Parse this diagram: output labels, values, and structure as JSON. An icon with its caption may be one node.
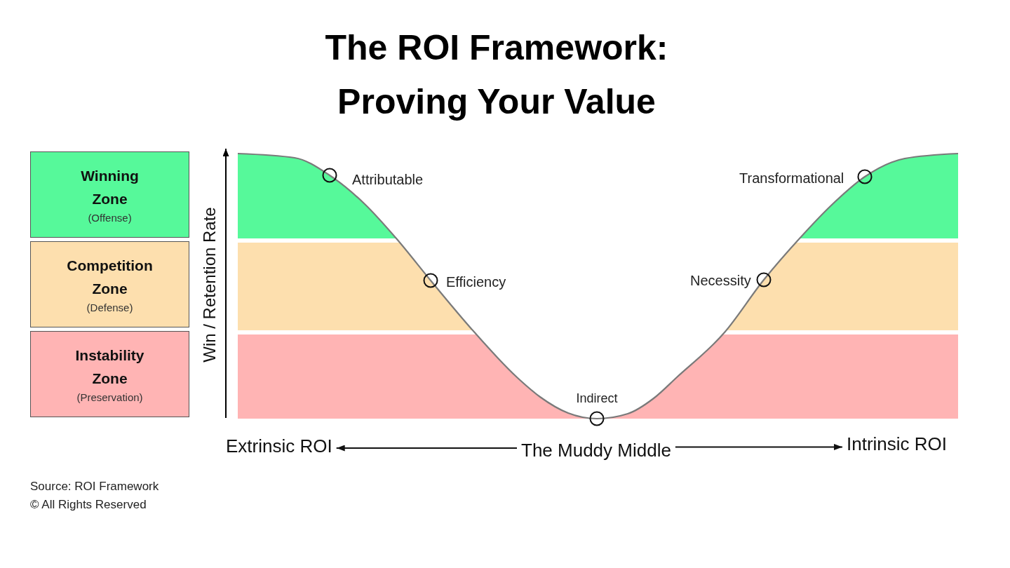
{
  "diagram": {
    "title": "The ROI Framework: Proving Your Value",
    "nodes": [
      {
        "text": [
          "Winning Zone",
          "(Offense)"
        ]
      },
      {
        "text": [
          "Competition Zone",
          "(Defense)"
        ]
      },
      {
        "text": [
          "Instability Zone",
          "(Preservation)"
        ]
      },
      {
        "text": [
          "Extrinsic ROI"
        ]
      },
      {
        "text": [
          "The Muddy Middle"
        ]
      },
      {
        "text": [
          "Intrinsic ROI"
        ]
      }
    ],
    "edges": [
      {
        "from": 4,
        "to": 3,
        "arrow": "to"
      },
      {
        "from": 4,
        "to": 5,
        "arrow": "to"
      }
    ],
    "labels": [
      "Win / Retention Rate",
      "Attributable",
      "Transformational",
      "Efficiency",
      "Necessity",
      "Indirect",
      "Source: ROI Framework",
      "© All Rights Reserved"
    ]
  }
}
